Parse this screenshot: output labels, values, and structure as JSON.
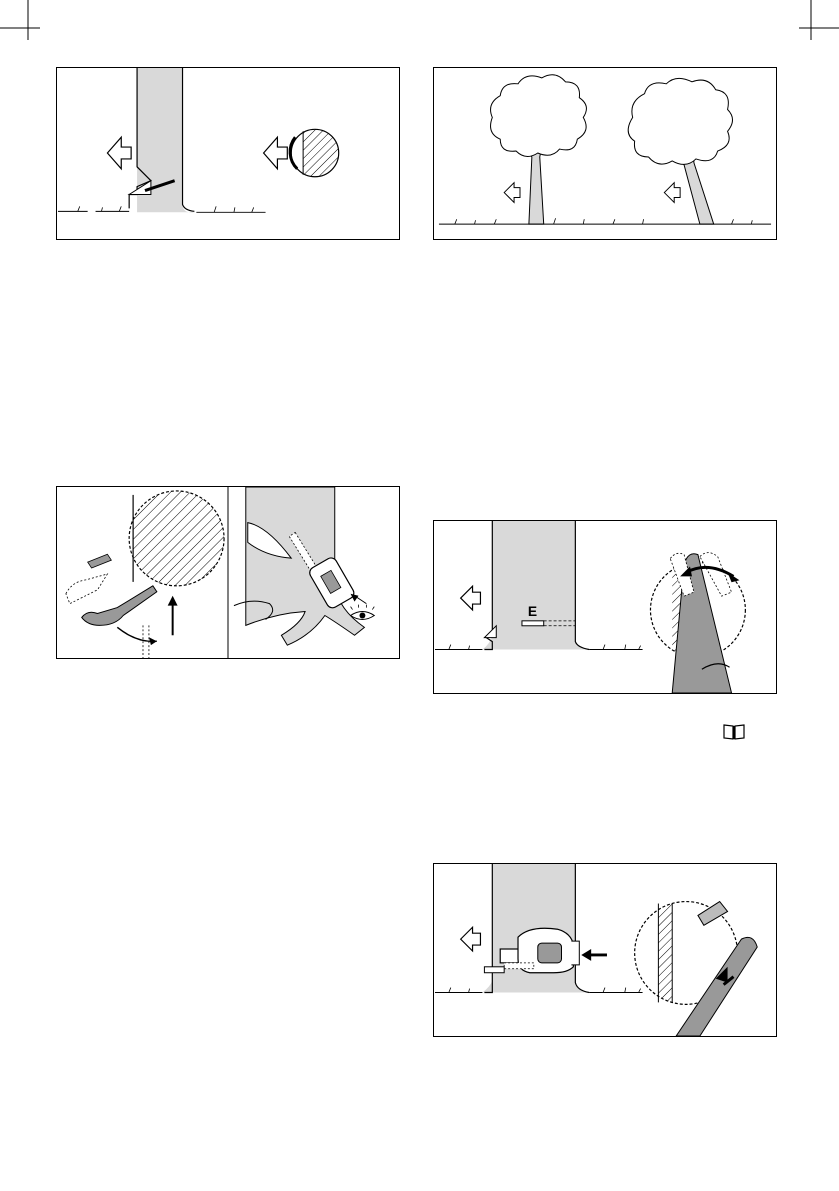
{
  "page": {
    "background": "#ffffff"
  },
  "colors": {
    "trunk_fill": "#d9d9d9",
    "tool_gray": "#999999",
    "line": "#000000"
  },
  "figures": [
    {
      "id": "fig-1",
      "subject": "felling-notch-and-direction",
      "icons": [
        "arrow-left-icon",
        "trunk-cross-section-icon"
      ]
    },
    {
      "id": "fig-2",
      "subject": "tree-lean-direction",
      "icons": [
        "tree-icon",
        "leaning-tree-icon",
        "arrow-left-icon"
      ]
    },
    {
      "id": "fig-3",
      "subject": "bar-alignment-and-sight-line",
      "icons": [
        "chainsaw-icon",
        "eye-icon",
        "arrow-up-icon"
      ]
    },
    {
      "id": "fig-4",
      "subject": "felling-cut-and-hinge",
      "marker_label": "E",
      "icons": [
        "arrow-left-icon",
        "double-arrow-icon"
      ]
    },
    {
      "id": "fig-5",
      "subject": "felling-cut-with-wedge",
      "icons": [
        "chainsaw-icon",
        "wedge-icon",
        "arrow-left-icon"
      ]
    }
  ],
  "reference_icon": "manual-book-icon"
}
